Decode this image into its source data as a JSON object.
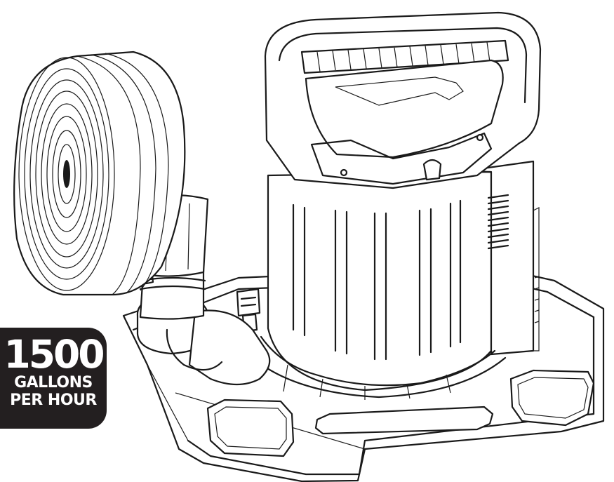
{
  "badge": {
    "value": "1500",
    "line1": "GALLONS",
    "line2": "PER HOUR",
    "background": "#231f20",
    "text_color": "#ffffff"
  },
  "illustration": {
    "subject": "utility pump with flat hose coil",
    "line_color": "#1a1a1a",
    "background": "#ffffff",
    "icons": [
      "hose-coil-icon",
      "pump-handle-icon",
      "pump-body-icon",
      "pump-base-icon"
    ]
  }
}
